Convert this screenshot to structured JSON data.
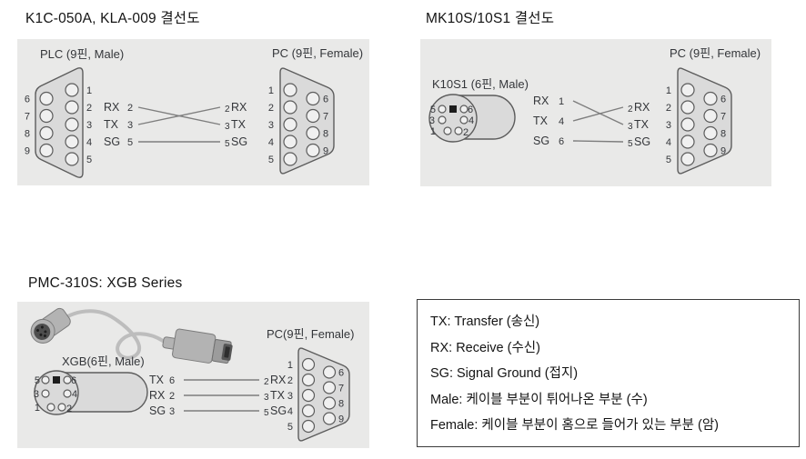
{
  "colors": {
    "page_bg": "#ffffff",
    "panel_bg": "#e9e9e8",
    "connector_fill": "#dadada",
    "pin_fill": "#f0f0f0",
    "stroke": "#5c5c5c",
    "wire": "#7e7e7e",
    "diagram_text": "#34363a",
    "title_text": "#141414",
    "legend_border": "#3b3b3b",
    "legend_text": "#141414",
    "cable": "#bdbdbd",
    "metal": "#b3b3b3"
  },
  "panels": [
    {
      "title": "K1C-050A, KLA-009 결선도",
      "left": {
        "label": "PLC (9핀, Male)",
        "pins_right": [
          "1",
          "2",
          "3",
          "4",
          "5"
        ],
        "pins_left": [
          "6",
          "7",
          "8",
          "9"
        ]
      },
      "rows": [
        {
          "sig": "RX",
          "pin": "2",
          "end_pin": "2",
          "end_sig": "RX"
        },
        {
          "sig": "TX",
          "pin": "3",
          "end_pin": "3",
          "end_sig": "TX"
        },
        {
          "sig": "SG",
          "pin": "5",
          "end_pin": "5",
          "end_sig": "SG"
        }
      ],
      "right": {
        "label": "PC (9핀, Female)",
        "pins_left": [
          "1",
          "2",
          "3",
          "4",
          "5"
        ],
        "pins_right": [
          "6",
          "7",
          "8",
          "9"
        ]
      }
    },
    {
      "title": "MK10S/10S1 결선도",
      "left": {
        "label": "K10S1 (6핀, Male)",
        "pins_left": [
          "5",
          "3",
          "1"
        ],
        "pins_right": [
          "6",
          "4",
          "2"
        ]
      },
      "rows": [
        {
          "sig": "RX",
          "pin": "1",
          "end_pin": "2",
          "end_sig": "RX"
        },
        {
          "sig": "TX",
          "pin": "4",
          "end_pin": "3",
          "end_sig": "TX"
        },
        {
          "sig": "SG",
          "pin": "6",
          "end_pin": "5",
          "end_sig": "SG"
        }
      ],
      "right": {
        "label": "PC (9핀, Female)",
        "pins_left": [
          "1",
          "2",
          "3",
          "4",
          "5"
        ],
        "pins_right": [
          "6",
          "7",
          "8",
          "9"
        ]
      }
    },
    {
      "title": "PMC-310S: XGB Series",
      "left": {
        "label": "XGB(6핀, Male)",
        "pins_left": [
          "5",
          "3",
          "1"
        ],
        "pins_right": [
          "6",
          "4",
          "2"
        ]
      },
      "rows": [
        {
          "sig": "TX",
          "pin": "6",
          "end_pin": "2",
          "end_sig": "RX"
        },
        {
          "sig": "RX",
          "pin": "2",
          "end_pin": "3",
          "end_sig": "TX"
        },
        {
          "sig": "SG",
          "pin": "3",
          "end_pin": "5",
          "end_sig": "SG"
        }
      ],
      "right": {
        "label": "PC(9핀, Female)",
        "pins_left": [
          "1",
          "2",
          "3",
          "4",
          "5"
        ],
        "pins_right": [
          "6",
          "7",
          "8",
          "9"
        ]
      }
    }
  ],
  "legend": {
    "lines": [
      "TX: Transfer (송신)",
      "RX: Receive (수신)",
      "SG: Signal Ground (접지)",
      "Male: 케이블 부분이 튀어나온 부분 (수)",
      "Female: 케이블 부분이 홈으로 들어가 있는 부분 (암)"
    ]
  }
}
